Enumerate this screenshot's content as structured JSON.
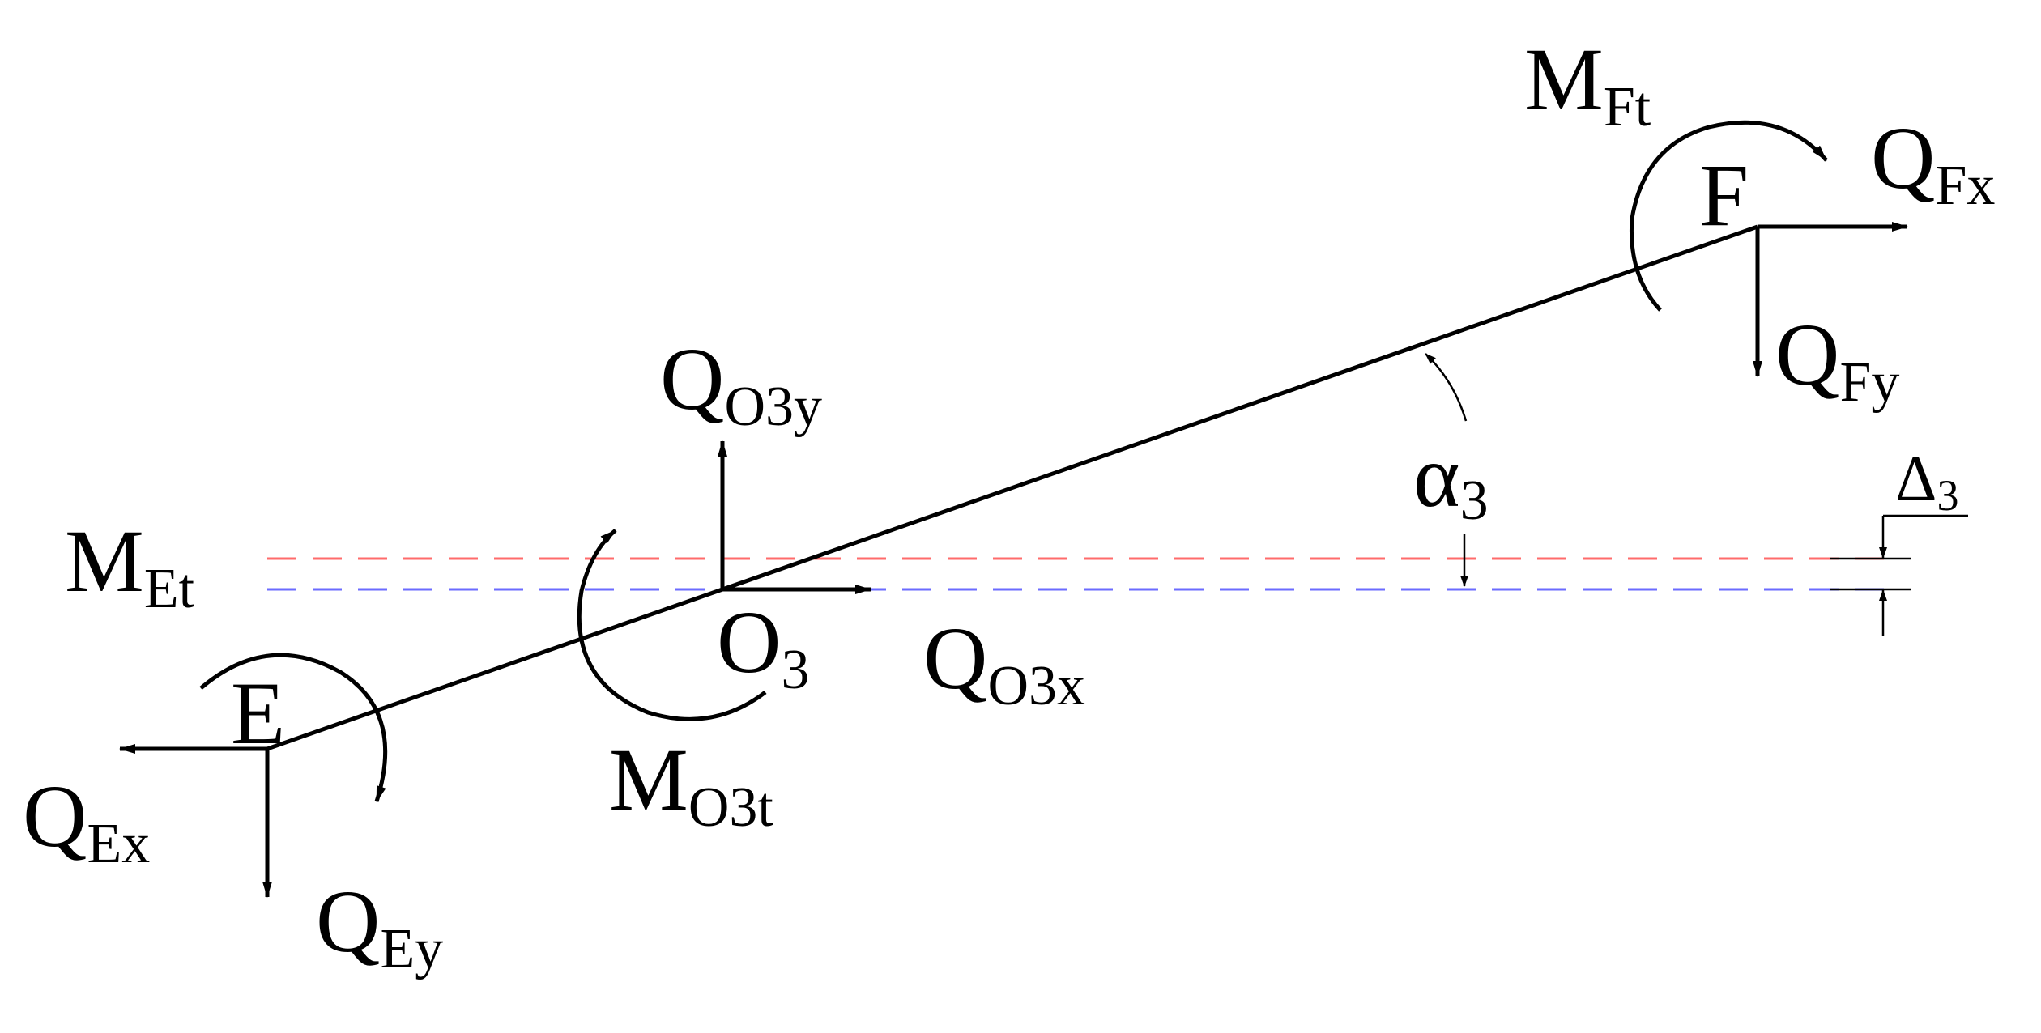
{
  "labels": {
    "point_E": "E",
    "point_F": "F",
    "point_O": "O",
    "point_O_sub": "3",
    "Q_Ex": {
      "main": "Q",
      "sub": "Ex"
    },
    "Q_Ey": {
      "main": "Q",
      "sub": "Ey"
    },
    "M_Et": {
      "main": "M",
      "sub": "Et"
    },
    "Q_O3y": {
      "main": "Q",
      "sub": "O3y"
    },
    "Q_O3x": {
      "main": "Q",
      "sub": "O3x"
    },
    "M_O3t": {
      "main": "M",
      "sub": "O3t"
    },
    "M_Ft": {
      "main": "M",
      "sub": "Ft"
    },
    "Q_Fx": {
      "main": "Q",
      "sub": "Fx"
    },
    "Q_Fy": {
      "main": "Q",
      "sub": "Fy"
    },
    "alpha": {
      "main": "α",
      "sub": "3"
    },
    "delta": {
      "main": "Δ",
      "sub": "3"
    }
  },
  "colors": {
    "red_reference_line": "#ff6b6b",
    "blue_reference_line": "#6b6bff",
    "ink": "#000000"
  }
}
